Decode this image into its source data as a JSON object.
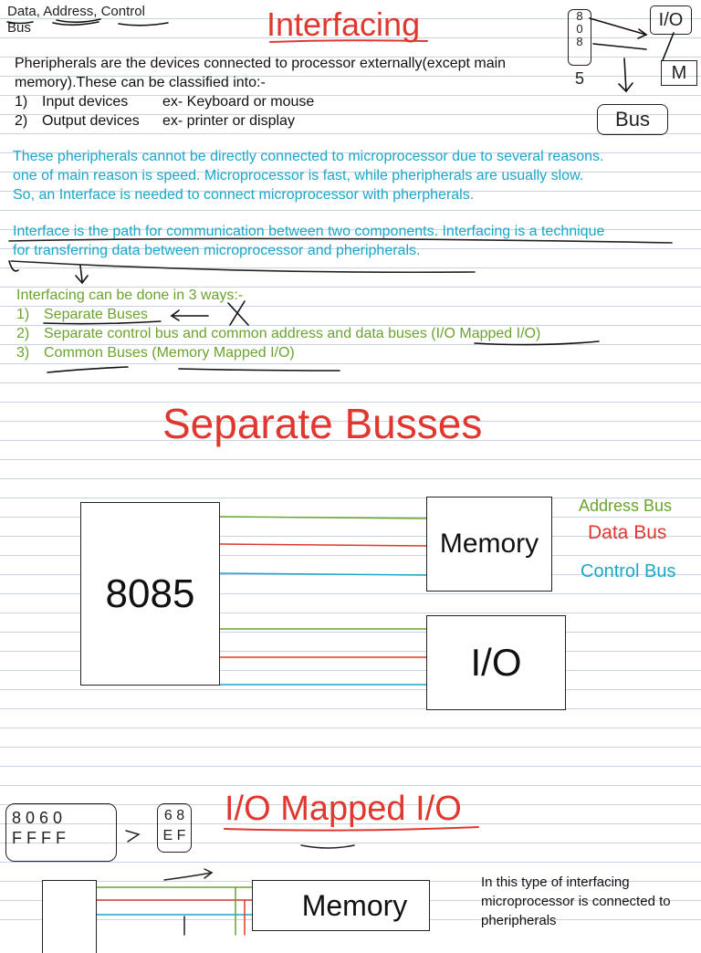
{
  "header": {
    "note_line1_a": "Data",
    "note_line1_sep1": ", ",
    "note_line1_b": "Address",
    "note_line1_sep2": ", ",
    "note_line1_c": "Control",
    "note_line2": "Bus",
    "title": "Interfacing"
  },
  "corner_sketch": {
    "chip_digits": [
      "8",
      "0",
      "8",
      "5"
    ],
    "io_label": "I/O",
    "mem_label": "M",
    "bus_label": "Bus"
  },
  "intro": {
    "line1": "Pheripherals are the devices connected to processor externally(except main",
    "line2": "memory).These can be classified into:-",
    "items": [
      {
        "num": "1)",
        "name": "Input devices",
        "example": "ex- Keyboard or mouse"
      },
      {
        "num": "2)",
        "name": "Output devices",
        "example": "ex- printer or display"
      }
    ]
  },
  "reason": {
    "lines": [
      "These pheripherals cannot be directly connected to microprocessor due to several reasons.",
      "one of main reason is speed. Microprocessor is fast, while pheripherals are usually slow.",
      "So, an Interface is needed to connect microprocessor with pherpherals."
    ]
  },
  "definition": {
    "lines": [
      "Interface is the path for communication between two components. Interfacing is a technique",
      "for transferring data between microprocessor and pheripherals."
    ]
  },
  "ways": {
    "heading": "Interfacing can be done in 3 ways:-",
    "items": [
      {
        "num": "1)",
        "text": "Separate Buses"
      },
      {
        "num": "2)",
        "text": "Separate control bus and common address and data buses  (I/O Mapped I/O)"
      },
      {
        "num": "3)",
        "text": "Common Buses   (Memory Mapped I/O)"
      }
    ]
  },
  "separate_busses": {
    "title": "Separate Busses",
    "cpu_label": "8085",
    "memory_label": "Memory",
    "io_label": "I/O",
    "legend": {
      "address": "Address Bus",
      "data": "Data Bus",
      "control": "Control Bus"
    },
    "colors": {
      "address": "#6aa32f",
      "data": "#e0382f",
      "control": "#1aa7c8"
    }
  },
  "io_mapped": {
    "title": "I/O Mapped I/O",
    "sketch_left_top": "8 0 6 0",
    "sketch_left_bottom": "F F F F",
    "sketch_right_top": "6 8",
    "sketch_right_bottom": "E F",
    "memory_label": "Memory",
    "side_text": "In this type of interfacing microprocessor is connected to pheripherals"
  }
}
